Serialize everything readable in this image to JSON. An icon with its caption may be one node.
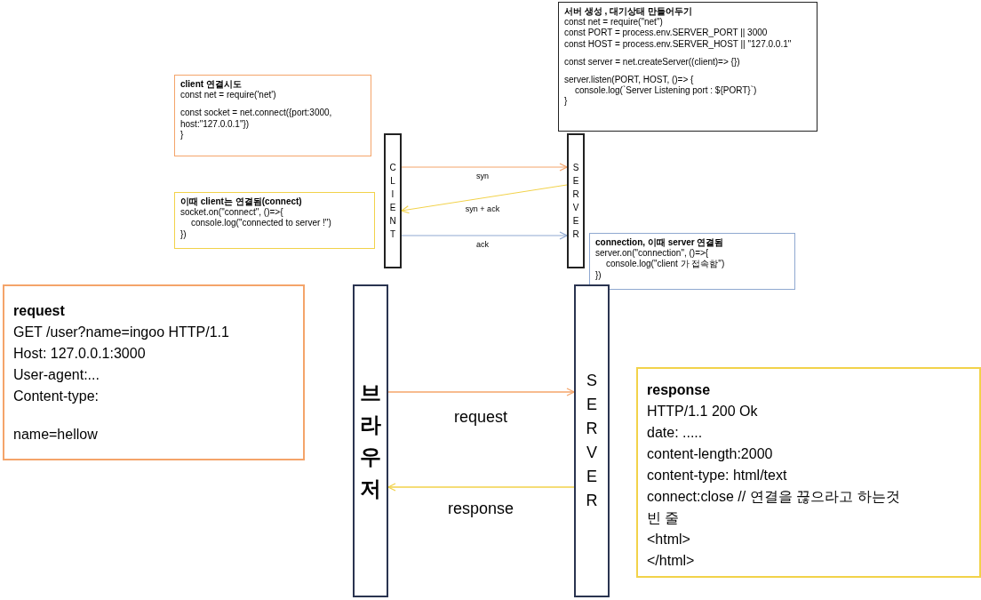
{
  "diagram": {
    "nodes": [
      {
        "text": [
          "서버 생성 , 대기상태 만들어두기",
          "const net = require(\"net\")",
          "const PORT = process.env.SERVER_PORT || 3000",
          "const HOST = process.env.SERVER_HOST || \"127.0.0.1\"",
          "const server = net.createServer((client)=> {})",
          "server.listen(PORT, HOST, ()=> {",
          "console.log(`Server Listening port : ${PORT}`)",
          "}"
        ]
      },
      {
        "text": [
          "client 연결시도",
          "const net = require('net')",
          "const socket = net.connect({port:3000, host:\"127.0.0.1\"})",
          "}"
        ]
      },
      {
        "text": [
          "CLIENT"
        ]
      },
      {
        "text": [
          "SERVER"
        ]
      },
      {
        "text": [
          "이때 client는 연결됨(connect)",
          "socket.on(\"connect\", ()=>{",
          "console.log(\"connected to server !\")",
          "})"
        ]
      },
      {
        "text": [
          "connection, 이때 server 연결됨",
          "server.on(\"connection\", ()=>{",
          "console.log(\"client 가 접속함\")",
          "})"
        ]
      },
      {
        "text": [
          "request",
          "GET /user?name=ingoo HTTP/1.1",
          "Host: 127.0.0.1:3000",
          "User-agent:...",
          "Content-type:",
          "name=hellow"
        ]
      },
      {
        "text": [
          "브라우저"
        ]
      },
      {
        "text": [
          "SERVER"
        ]
      },
      {
        "text": [
          "response",
          "HTTP/1.1 200 Ok",
          "date: .....",
          "content-length:2000",
          "content-type: html/text",
          "connect:close // 연결을 끊으라고 하는것",
          "빈 줄",
          "<html>",
          "</html>"
        ]
      }
    ],
    "edges": [
      {
        "from": 2,
        "to": 3,
        "arrow": "to",
        "label": "syn",
        "color": "#f4a46a"
      },
      {
        "from": 3,
        "to": 2,
        "arrow": "to",
        "label": "syn + ack",
        "color": "#f2d24a"
      },
      {
        "from": 2,
        "to": 3,
        "arrow": "to",
        "label": "ack",
        "color": "#8fa8d0"
      },
      {
        "from": 7,
        "to": 8,
        "arrow": "to",
        "label": "request",
        "color": "#f4a46a"
      },
      {
        "from": 8,
        "to": 7,
        "arrow": "to",
        "label": "response",
        "color": "#f2d24a"
      }
    ]
  }
}
